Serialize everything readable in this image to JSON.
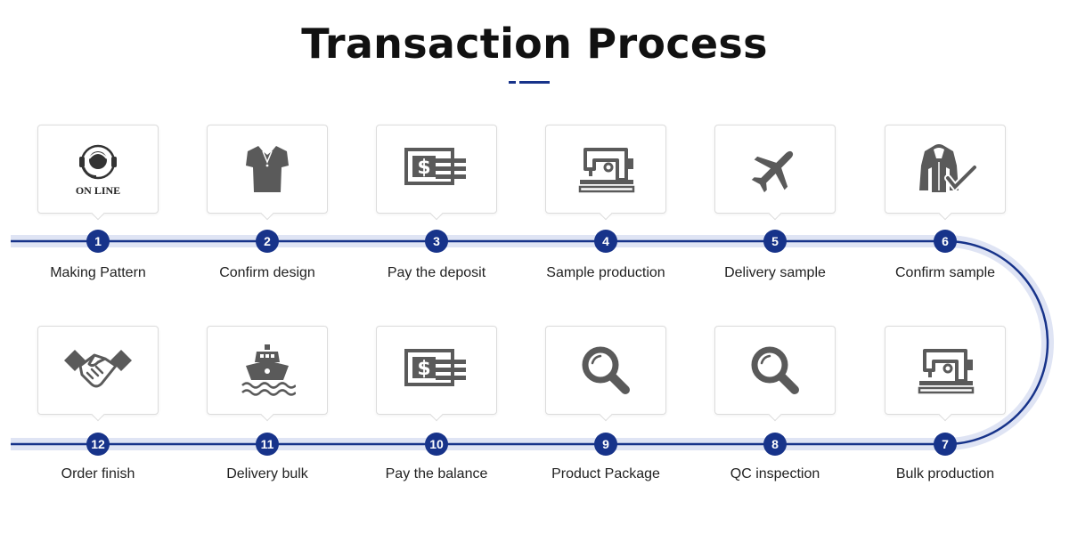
{
  "title": "Transaction Process",
  "colors": {
    "accent": "#17338a",
    "track_shadow": "#dfe4f4",
    "icon": "#5a5a5a"
  },
  "steps": [
    {
      "number": "1",
      "label": "Making Pattern",
      "icon": "headset-icon",
      "icon_text": "ON LINE"
    },
    {
      "number": "2",
      "label": "Confirm design",
      "icon": "polo-shirt-icon"
    },
    {
      "number": "3",
      "label": "Pay the deposit",
      "icon": "payment-check-icon"
    },
    {
      "number": "4",
      "label": "Sample production",
      "icon": "sewing-machine-icon"
    },
    {
      "number": "5",
      "label": "Delivery sample",
      "icon": "airplane-icon"
    },
    {
      "number": "6",
      "label": "Confirm sample",
      "icon": "jacket-check-icon"
    },
    {
      "number": "7",
      "label": "Bulk production",
      "icon": "sewing-machine-icon"
    },
    {
      "number": "8",
      "label": "QC inspection",
      "icon": "magnifier-icon"
    },
    {
      "number": "9",
      "label": "Product Package",
      "icon": "magnifier-icon"
    },
    {
      "number": "10",
      "label": "Pay the balance",
      "icon": "payment-check-icon"
    },
    {
      "number": "11",
      "label": "Delivery bulk",
      "icon": "ship-icon"
    },
    {
      "number": "12",
      "label": "Order finish",
      "icon": "handshake-icon"
    }
  ]
}
